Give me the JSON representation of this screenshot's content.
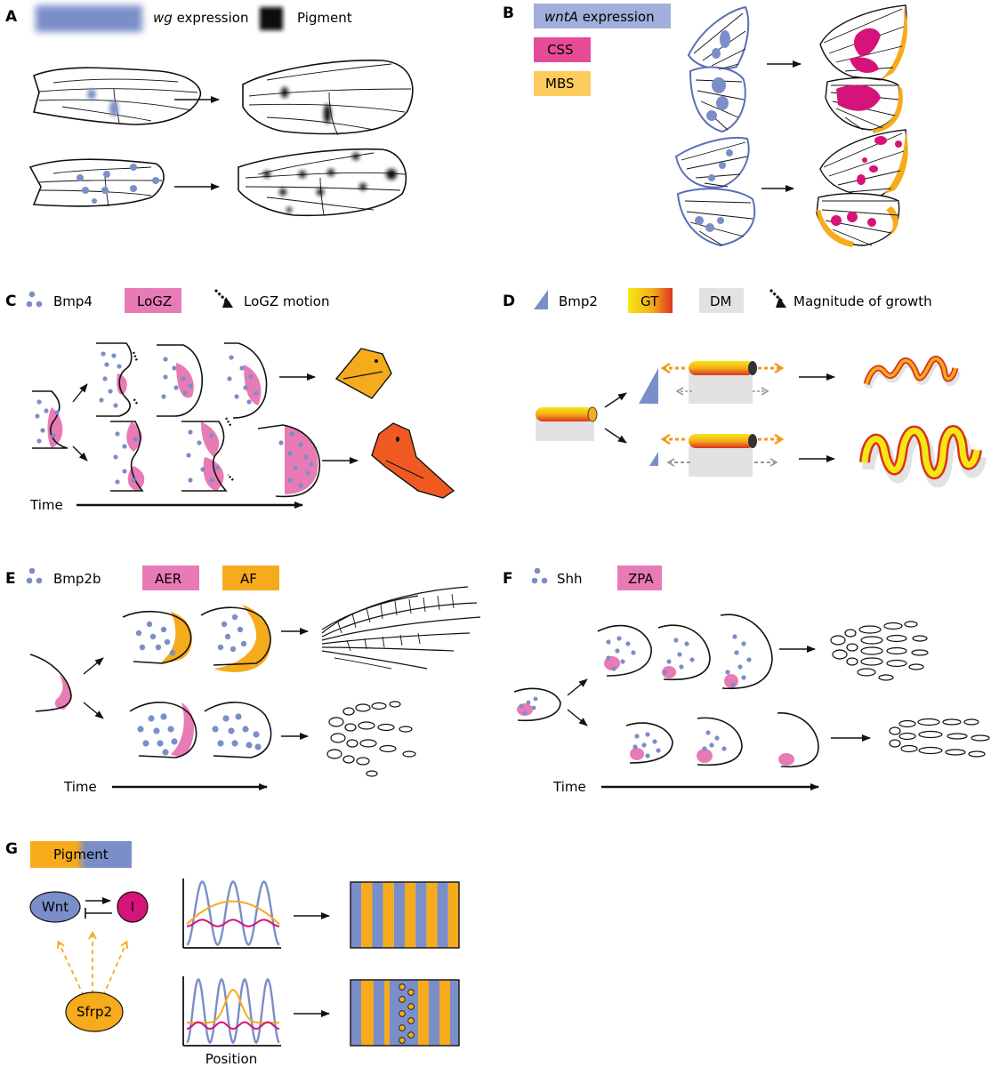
{
  "colors": {
    "blue": "#7a8ec9",
    "pink": "#e64c96",
    "magenta": "#d6137a",
    "orange": "#f6ab1c",
    "grey": "#e2e2e2",
    "yellow": "#f6e714",
    "red": "#d9331f",
    "beak_orange": "#f05a22"
  },
  "panels": {
    "A": {
      "label": "A",
      "legend_wg_italic": "wg",
      "legend_wg_rest": " expression",
      "legend_pigment": "Pigment"
    },
    "B": {
      "label": "B",
      "legend_wnta_italic": "wntA",
      "legend_wnta_rest": " expression",
      "legend_css": "CSS",
      "legend_mbs": "MBS"
    },
    "C": {
      "label": "C",
      "legend_bmp4": "Bmp4",
      "legend_logz": "LoGZ",
      "legend_motion": "LoGZ motion",
      "time_label": "Time"
    },
    "D": {
      "label": "D",
      "legend_bmp2": "Bmp2",
      "legend_gt": "GT",
      "legend_dm": "DM",
      "legend_growth": "Magnitude of growth"
    },
    "E": {
      "label": "E",
      "legend_bmp2b": "Bmp2b",
      "legend_aer": "AER",
      "legend_af": "AF",
      "time_label": "Time"
    },
    "F": {
      "label": "F",
      "legend_shh": "Shh",
      "legend_zpa": "ZPA",
      "time_label": "Time"
    },
    "G": {
      "label": "G",
      "legend_pigment": "Pigment",
      "node_wnt": "Wnt",
      "node_i": "I",
      "node_sfrp2": "Sfrp2",
      "x_label": "Position"
    }
  }
}
